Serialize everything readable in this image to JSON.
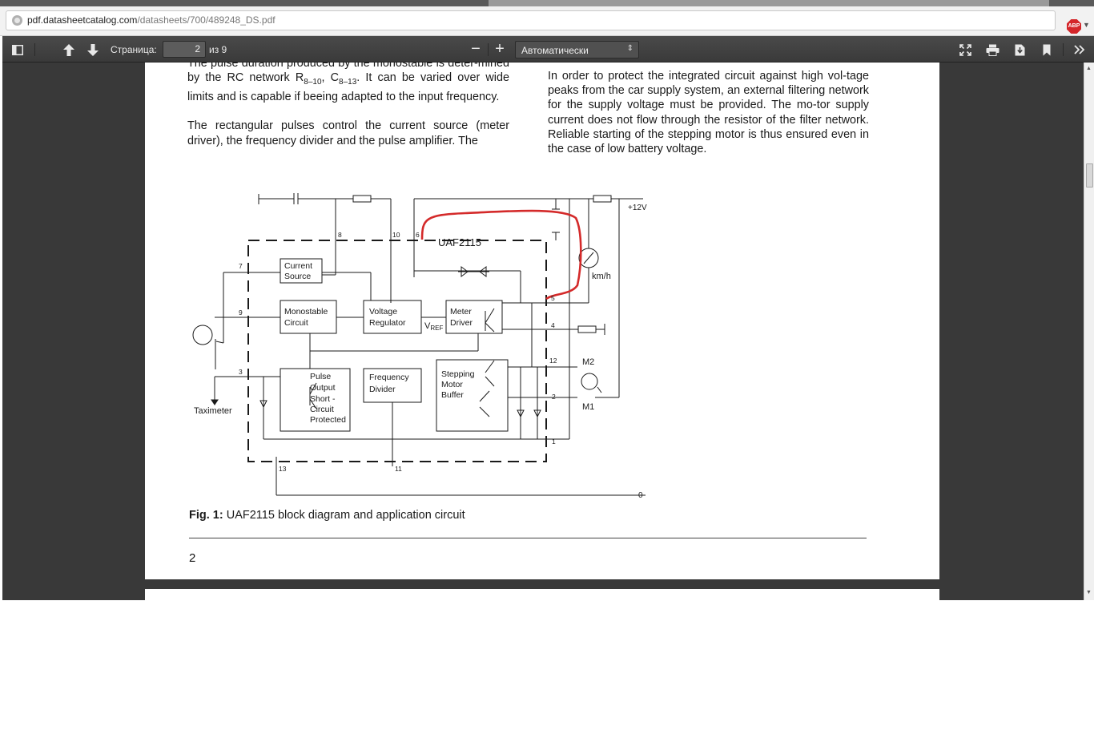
{
  "browser": {
    "url_host": "pdf.datasheetcatalog.com",
    "url_path": "/datasheets/700/489248_DS.pdf",
    "abp_label": "ABP"
  },
  "toolbar": {
    "page_label": "Страница:",
    "page_value": "2",
    "page_total": "из 9",
    "zoom_out": "−",
    "zoom_in": "+",
    "zoom_value": "Автоматически"
  },
  "document": {
    "left_paragraphs": [
      "The pulse duration produced by the monostable is deter-mined by the RC network R8–10, C8–13. It can be varied over wide limits and is capable if beeing adapted to the input frequency.",
      "The rectangular pulses control the current source (meter driver), the frequency divider and the pulse amplifier. The"
    ],
    "right_paragraphs": [
      "In order to protect the integrated circuit against high vol-tage peaks from the car supply system, an external filtering network for the supply voltage must be provided. The mo-tor supply current does not flow through the resistor of the filter network. Reliable starting of the stepping motor is thus ensured even in the case of low battery voltage."
    ],
    "caption_bold": "Fig. 1:",
    "caption_text": " UAF2115 block diagram and application circuit",
    "page_number": "2"
  },
  "figure": {
    "chip_label": "UAF2115",
    "supply_label": "+12V",
    "ground_label": "0",
    "meter_label": "km/h",
    "motor_m2": "M2",
    "motor_m1": "M1",
    "taximeter": "Taximeter",
    "vref_main": "V",
    "vref_sub": "REF",
    "blocks": {
      "current_source": [
        "Current",
        "Source"
      ],
      "monostable": [
        "Monostable",
        "Circuit"
      ],
      "voltage_regulator": [
        "Voltage",
        "Regulator"
      ],
      "meter_driver": [
        "Meter",
        "Driver"
      ],
      "pulse_output": [
        "Pulse",
        "Output",
        "Short -",
        "Circuit",
        "Protected"
      ],
      "frequency_divider": [
        "Frequency",
        "Divider"
      ],
      "stepping_motor": [
        "Stepping",
        "Motor",
        "Buffer"
      ]
    },
    "pins": {
      "p1": "1",
      "p2": "2",
      "p3": "3",
      "p4": "4",
      "p5": "5",
      "p6": "6",
      "p7": "7",
      "p8": "8",
      "p9": "9",
      "p10": "10",
      "p11": "11",
      "p12": "12",
      "p13": "13"
    },
    "annotation_color": "#d42a2a"
  }
}
